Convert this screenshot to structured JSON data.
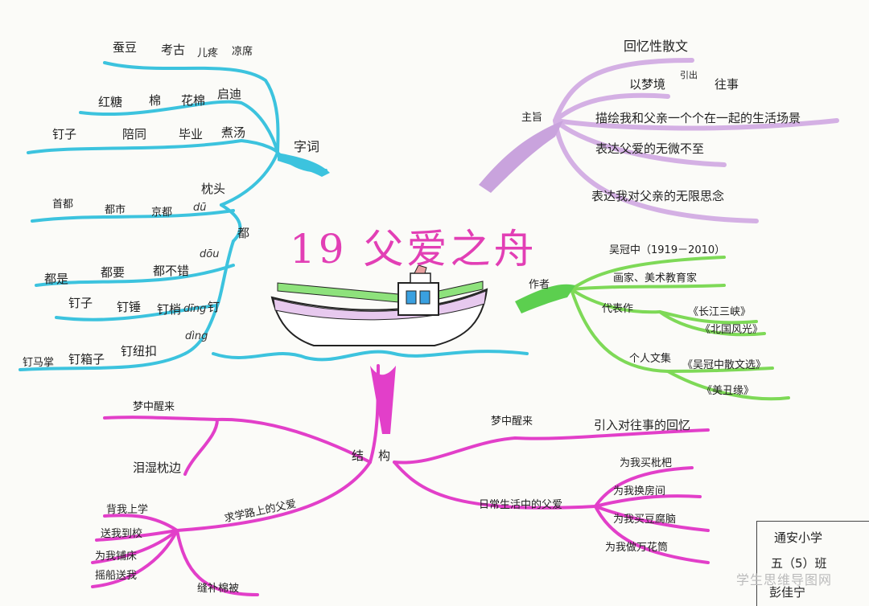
{
  "title": "19 父爱之舟",
  "words": {
    "hub": "字词",
    "row1": [
      "蚕豆",
      "考古",
      "儿疼",
      "凉席"
    ],
    "row2": [
      "红糖",
      "棉",
      "花棉",
      "启迪"
    ],
    "row3": [
      "钉子",
      "陪同",
      "毕业",
      "煮汤"
    ],
    "pillow": "枕头",
    "du_hub": "都",
    "du_pinyin": "dū",
    "du_row": [
      "首都",
      "都市",
      "京都"
    ],
    "dou_pinyin": "dōu",
    "dou_row": [
      "都是",
      "都要",
      "都不错"
    ],
    "ding1_row": [
      "钉子",
      "钉锤",
      "钉梢"
    ],
    "ding1_pinyin": "dīng",
    "ding_hub": "钉",
    "ding2_pinyin": "dìng",
    "ding2_row": [
      "钉马掌",
      "钉箱子",
      "钉纽扣"
    ]
  },
  "theme": {
    "hub": "主旨",
    "items": [
      "回忆性散文",
      "以梦境",
      "引出",
      "往事",
      "描绘我和父亲一个个在一起的生活场景",
      "表达父爱的无微不至",
      "表达我对父亲的无限思念"
    ]
  },
  "author": {
    "hub": "作者",
    "name": "吴冠中（1919－2010）",
    "role": "画家、美术教育家",
    "works_label": "代表作",
    "works": [
      "《长江三峡》",
      "《北国风光》"
    ],
    "essays_label": "个人文集",
    "essays": [
      "《吴冠中散文选》",
      "《美丑缘》"
    ]
  },
  "structure": {
    "hub": "结构",
    "left": {
      "dream": "梦中醒来",
      "pillow": "泪湿枕边",
      "school_road": "求学路上的父爱",
      "school_items": [
        "背我上学",
        "送我到校",
        "为我铺床",
        "摇船送我",
        "缝补棉被"
      ]
    },
    "right": {
      "dream": "梦中醒来",
      "memory": "引入对往事的回忆",
      "daily": "日常生活中的父爱",
      "daily_items": [
        "为我买枇杷",
        "为我换房间",
        "为我买豆腐脑",
        "为我做万花筒"
      ]
    }
  },
  "footer": {
    "school": "通安小学",
    "class": "五（5）班",
    "name": "彭佳宁",
    "watermark": "学生思维导图网"
  },
  "colors": {
    "cyan": "#3cc3de",
    "violet": "#c9a3dd",
    "green": "#7ed957",
    "magenta": "#e23fc9",
    "title": "#e23fb5"
  }
}
